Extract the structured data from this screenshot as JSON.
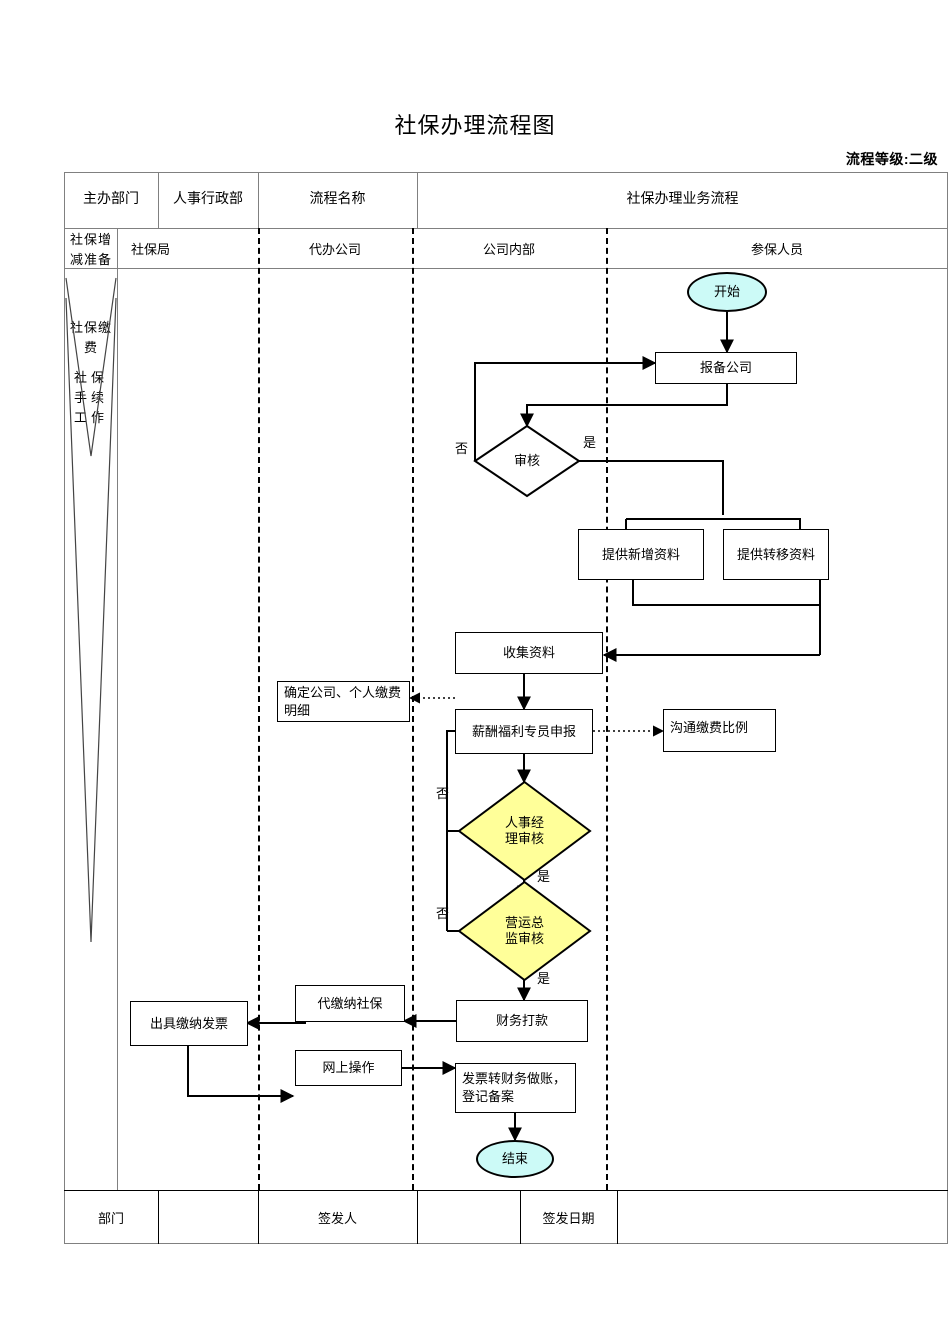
{
  "document": {
    "title": "社保办理流程图",
    "level_label": "流程等级:二级"
  },
  "header": {
    "cells": [
      {
        "label": "主办部门"
      },
      {
        "label": "人事行政部"
      },
      {
        "label": "流程名称"
      },
      {
        "label": "社保办理业务流程"
      }
    ]
  },
  "lanes": {
    "side_labels": [
      {
        "text": "社保增减准备"
      },
      {
        "text": "社保缴费"
      },
      {
        "text": "社保手续工作"
      }
    ],
    "columns": [
      {
        "label": "社保局"
      },
      {
        "label": "代办公司"
      },
      {
        "label": "公司内部"
      },
      {
        "label": "参保人员"
      }
    ]
  },
  "flow": {
    "nodes": [
      {
        "id": "start",
        "type": "ellipse",
        "label": "开始",
        "lane": "参保人员"
      },
      {
        "id": "baobei",
        "type": "process",
        "label": "报备公司",
        "lane": "参保人员"
      },
      {
        "id": "shenhe",
        "type": "decision",
        "label": "审核",
        "lane": "公司内部",
        "fill": "#ffffff"
      },
      {
        "id": "xinzeng",
        "type": "process",
        "label": "提供新增资料",
        "lane": "参保人员"
      },
      {
        "id": "zhuanyi",
        "type": "process",
        "label": "提供转移资料",
        "lane": "参保人员"
      },
      {
        "id": "shouji",
        "type": "process",
        "label": "收集资料",
        "lane": "公司内部"
      },
      {
        "id": "queding",
        "type": "process",
        "label": "确定公司、个人缴费明细",
        "lane": "代办公司"
      },
      {
        "id": "xinchou",
        "type": "process",
        "label": "薪酬福利专员申报",
        "lane": "公司内部"
      },
      {
        "id": "goutong",
        "type": "process",
        "label": "沟通缴费比例",
        "lane": "参保人员"
      },
      {
        "id": "renshi",
        "type": "decision",
        "label": "人事经理审核",
        "lane": "公司内部",
        "fill": "#ffff99"
      },
      {
        "id": "yingyun",
        "type": "decision",
        "label": "营运总监审核",
        "lane": "公司内部",
        "fill": "#ffff99"
      },
      {
        "id": "caiwu",
        "type": "process",
        "label": "财务打款",
        "lane": "公司内部"
      },
      {
        "id": "daijiao",
        "type": "process",
        "label": "代缴纳社保",
        "lane": "代办公司"
      },
      {
        "id": "chuju",
        "type": "process",
        "label": "出具缴纳发票",
        "lane": "社保局"
      },
      {
        "id": "wangshang",
        "type": "process",
        "label": "网上操作",
        "lane": "代办公司"
      },
      {
        "id": "fapiao",
        "type": "process",
        "label": "发票转财务做账，登记备案",
        "lane": "公司内部"
      },
      {
        "id": "end",
        "type": "ellipse",
        "label": "结束",
        "lane": "公司内部"
      }
    ],
    "edge_labels": [
      {
        "id": "no1",
        "text": "否"
      },
      {
        "id": "yes1",
        "text": "是"
      },
      {
        "id": "no2",
        "text": "否"
      },
      {
        "id": "yes2",
        "text": "是"
      },
      {
        "id": "no3",
        "text": "否"
      },
      {
        "id": "yes3",
        "text": "是"
      }
    ]
  },
  "footer": {
    "cells": [
      {
        "label": "部门"
      },
      {
        "label": ""
      },
      {
        "label": "签发人"
      },
      {
        "label": ""
      },
      {
        "label": "签发日期"
      },
      {
        "label": ""
      }
    ]
  },
  "colors": {
    "terminator_fill": "#ccfaf7",
    "decision_fill": "#ffff99",
    "grid_line": "#808080",
    "stroke": "#000000"
  }
}
